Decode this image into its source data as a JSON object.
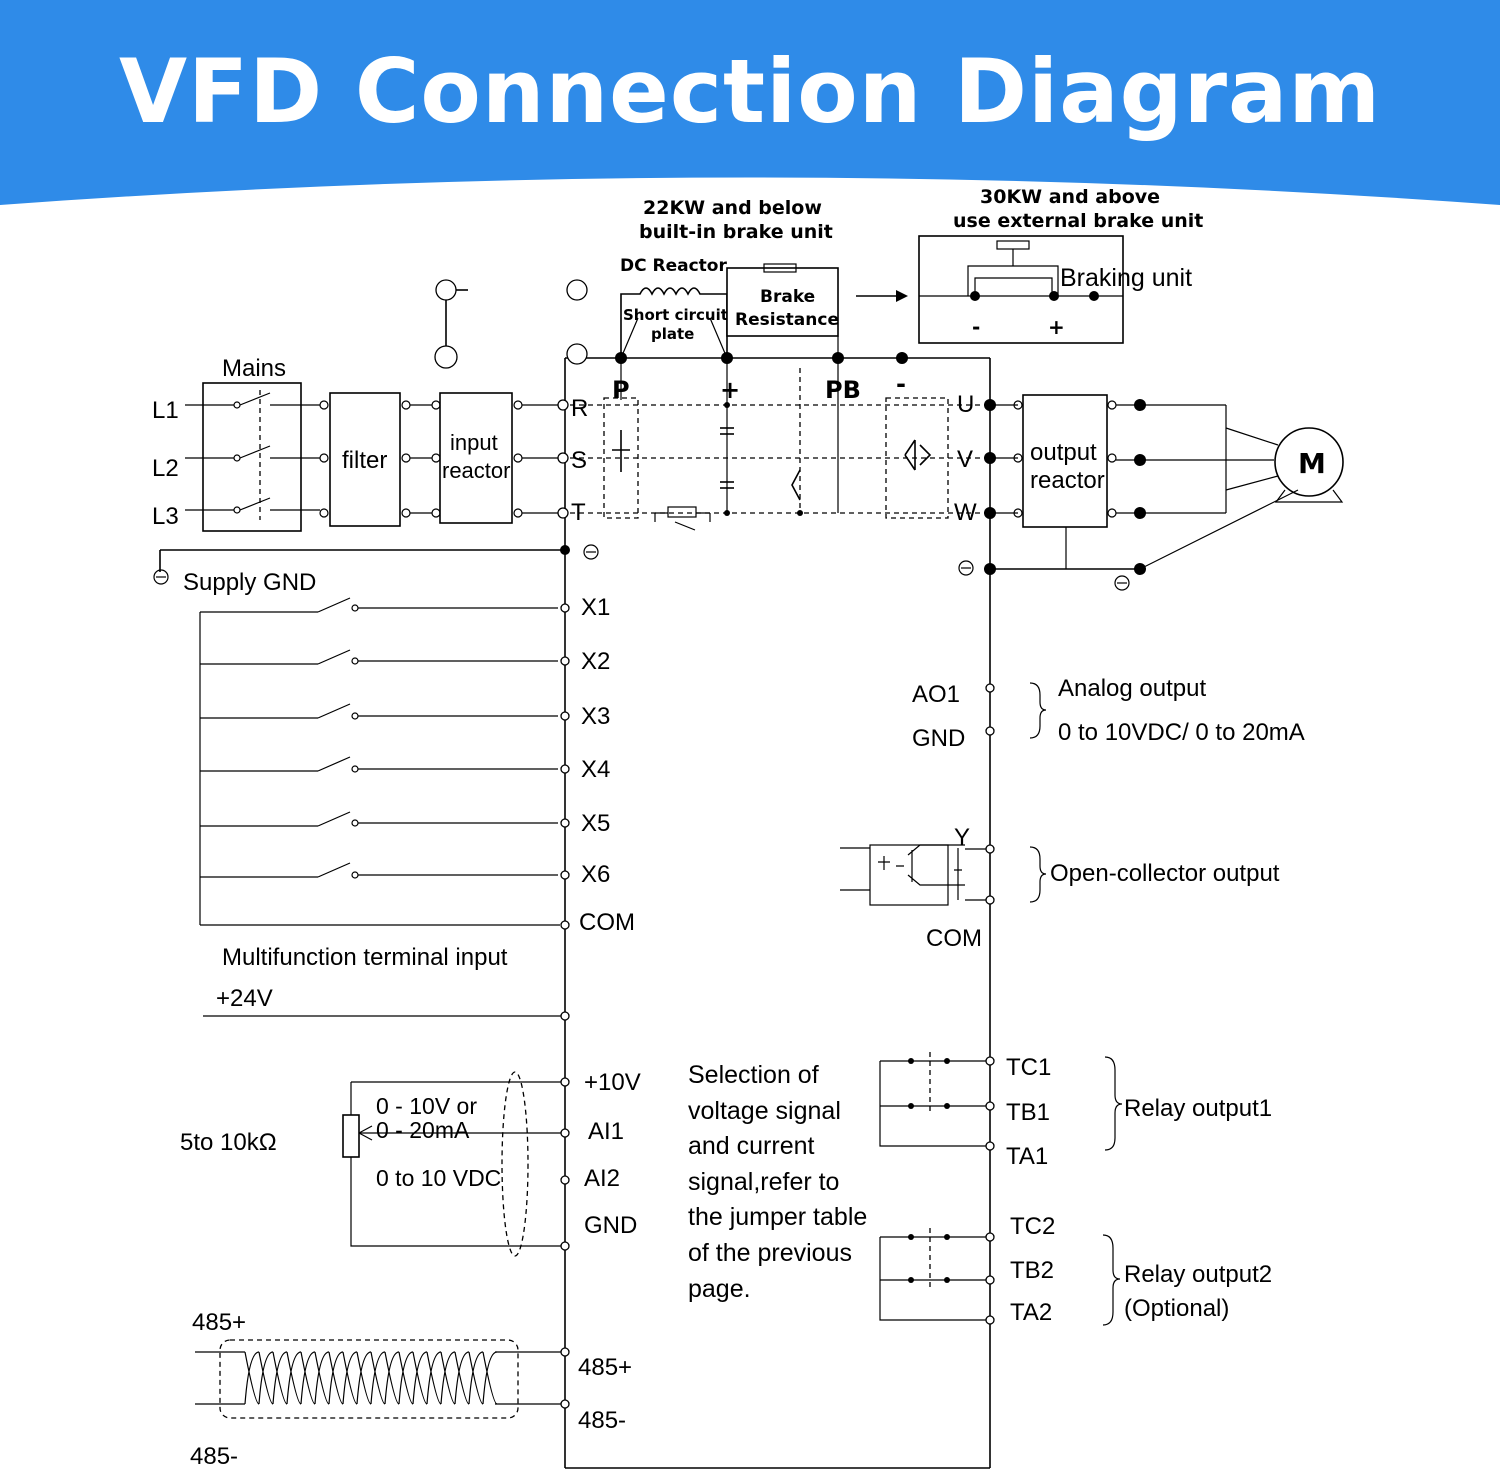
{
  "banner": {
    "title": "VFD Connection Diagram",
    "color": "#2f8be8"
  },
  "mains": {
    "label": "Mains",
    "lines": [
      "L1",
      "L2",
      "L3"
    ]
  },
  "filter_label": "filter",
  "input_reactor": {
    "line1": "input",
    "line2": "reactor"
  },
  "output_reactor": {
    "line1": "output",
    "line2": "reactor"
  },
  "motor_label": "M",
  "brake_internal": {
    "line1": "22KW and below",
    "line2": "built-in brake unit"
  },
  "brake_external": {
    "line1": "30KW and above",
    "line2": "use external brake unit"
  },
  "dc_reactor": "DC Reactor",
  "short_circuit": {
    "line1": "Short circuit",
    "line2": "plate"
  },
  "brake_resistance": {
    "line1": "Brake",
    "line2": "Resistance"
  },
  "braking_unit": {
    "label": "Braking unit",
    "minus": "-",
    "plus": "+"
  },
  "dc_bus": {
    "p": "P",
    "plus": "+",
    "pb": "PB",
    "minus": "-"
  },
  "power_inputs": [
    "R",
    "S",
    "T"
  ],
  "power_outputs": [
    "U",
    "V",
    "W"
  ],
  "supply_gnd": "Supply GND",
  "digital_inputs": [
    "X1",
    "X2",
    "X3",
    "X4",
    "X5",
    "X6",
    "COM"
  ],
  "multifunction": {
    "label": "Multifunction terminal input",
    "v24": "+24V"
  },
  "analog_inputs": {
    "terminals": [
      "+10V",
      "AI1",
      "AI2",
      "GND"
    ],
    "pot": "5to  10kΩ",
    "range1a": "0 - 10V or",
    "range1b": "0 - 20mA",
    "range2": "0 to 10 VDC"
  },
  "rs485": {
    "left_plus": "485+",
    "left_minus": "485-",
    "term_plus": "485+",
    "term_minus": "485-"
  },
  "selection_note": [
    "Selection of",
    "voltage signal",
    "and current",
    "signal,refer to",
    "the jumper table",
    "of the previous",
    "page."
  ],
  "analog_output": {
    "terminals": [
      "AO1",
      "GND"
    ],
    "title": "Analog output",
    "range": "0 to 10VDC/ 0 to 20mA"
  },
  "open_collector": {
    "y": "Y",
    "com": "COM",
    "label": "Open-collector output"
  },
  "relay1": {
    "terminals": [
      "TC1",
      "TB1",
      "TA1"
    ],
    "label": "Relay output1"
  },
  "relay2": {
    "terminals": [
      "TC2",
      "TB2",
      "TA2"
    ],
    "label1": "Relay output2",
    "label2": "(Optional)"
  }
}
